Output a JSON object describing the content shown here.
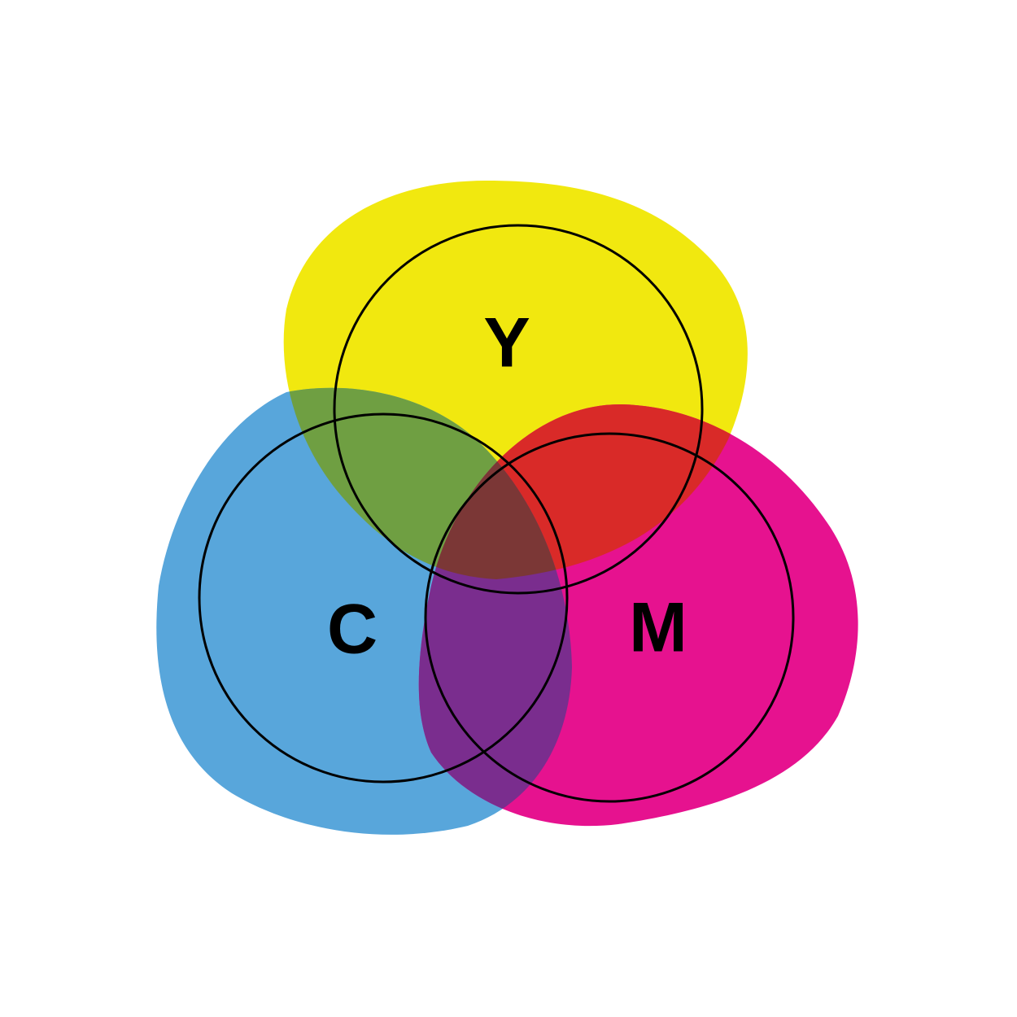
{
  "diagram": {
    "type": "venn",
    "sets": [
      {
        "id": "yellow",
        "label": "Y",
        "color": "#f1e80f"
      },
      {
        "id": "cyan",
        "label": "C",
        "color": "#58a6db"
      },
      {
        "id": "magenta",
        "label": "M",
        "color": "#e6128f"
      }
    ],
    "overlaps": [
      {
        "sets": [
          "yellow",
          "cyan"
        ],
        "color": "#6f9f42"
      },
      {
        "sets": [
          "yellow",
          "magenta"
        ],
        "color": "#d92a28"
      },
      {
        "sets": [
          "cyan",
          "magenta"
        ],
        "color": "#7a2d8e"
      },
      {
        "sets": [
          "yellow",
          "cyan",
          "magenta"
        ],
        "color": "#7b3736"
      }
    ],
    "outline_color": "#000000",
    "background": "#ffffff"
  }
}
